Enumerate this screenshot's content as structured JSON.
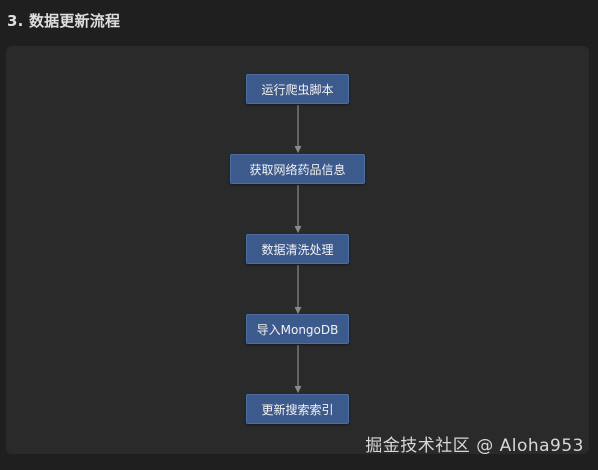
{
  "section": {
    "title": "3. 数据更新流程"
  },
  "flow": {
    "nodes": [
      {
        "label": "运行爬虫脚本"
      },
      {
        "label": "获取网络药品信息"
      },
      {
        "label": "数据清洗处理"
      },
      {
        "label": "导入MongoDB"
      },
      {
        "label": "更新搜索索引"
      }
    ]
  },
  "colors": {
    "page_background": "#1f1f1f",
    "panel_background": "#2a2a2a",
    "node_fill": "#3d5a8c",
    "node_border": "#4d6da3",
    "arrow": "#8a8a8a"
  },
  "watermark": "掘金技术社区 @ Aloha953"
}
